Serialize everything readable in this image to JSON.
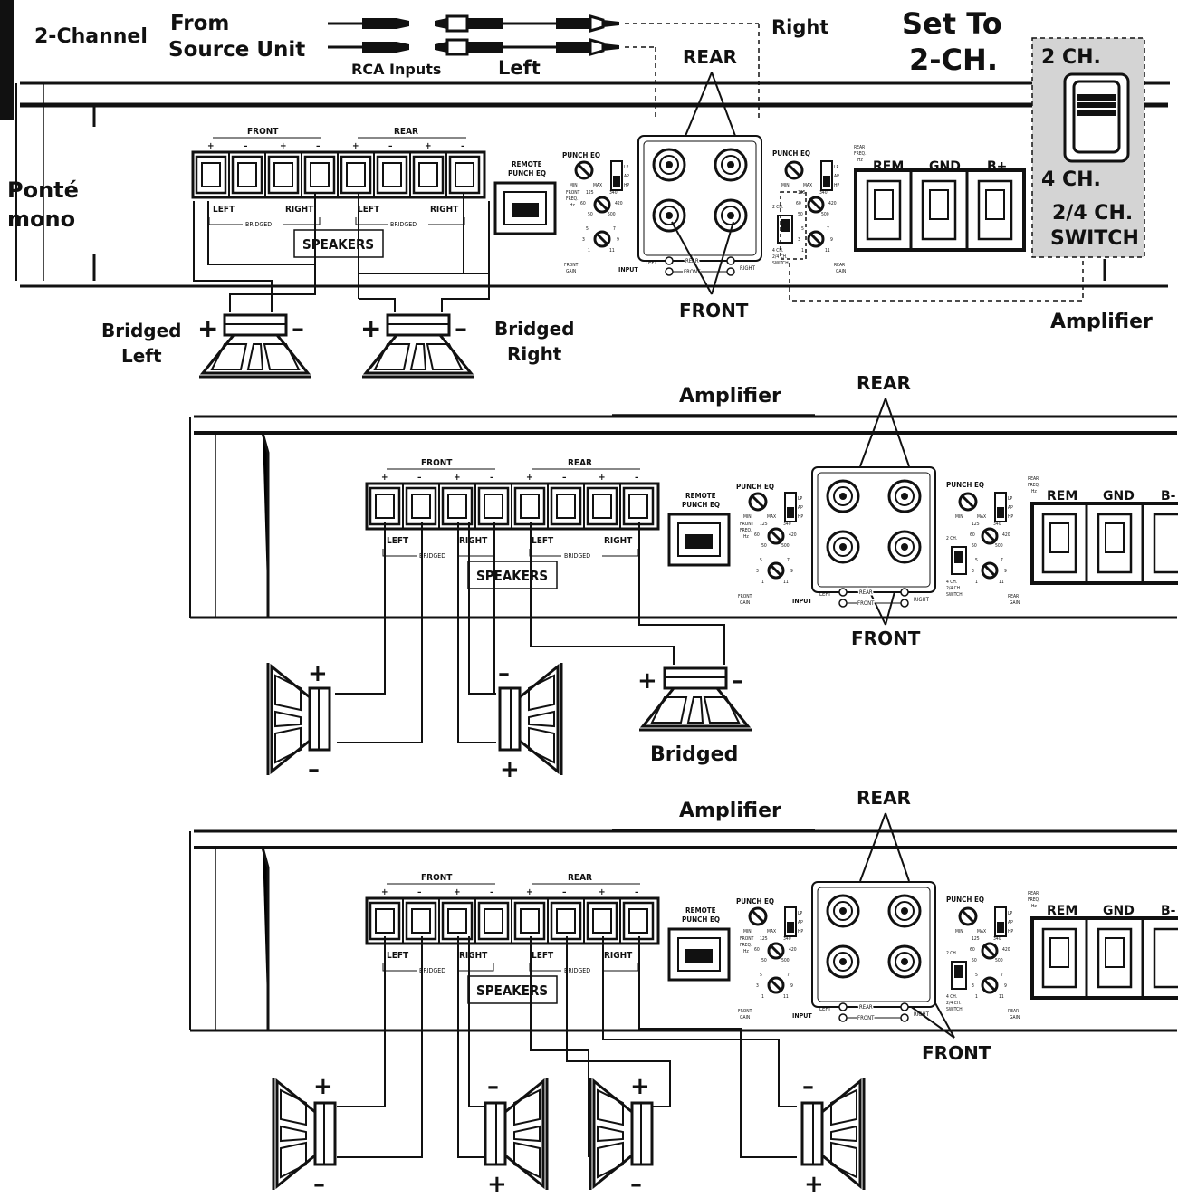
{
  "top": {
    "config": "2-Channel",
    "from": "From",
    "source_unit": "Source Unit",
    "rca_inputs": "RCA Inputs",
    "right": "Right",
    "left": "Left",
    "set_to_1": "Set To",
    "set_to_2": "2-CH.",
    "pont_1": "Ponté",
    "pont_2": "mono",
    "bridged_left_1": "Bridged",
    "bridged_left_2": "Left",
    "bridged_right_1": "Bridged",
    "bridged_right_2": "Right",
    "amplifier": "Amplifier",
    "switch_2ch": "2 CH.",
    "switch_4ch": "4 CH.",
    "switch_label_1": "2/4 CH.",
    "switch_label_2": "SWITCH"
  },
  "middle": {
    "amplifier": "Amplifier",
    "bridged": "Bridged"
  },
  "bottom": {
    "amplifier": "Amplifier"
  },
  "amp": {
    "front": "FRONT",
    "rear": "REAR",
    "left": "LEFT",
    "right": "RIGHT",
    "bridged": "BRIDGED",
    "speakers": "SPEAKERS",
    "remote_1": "REMOTE",
    "remote_2": "PUNCH EQ",
    "punch_eq": "PUNCH EQ",
    "input": "INPUT",
    "rear_label": "REAR",
    "front_label": "FRONT",
    "rem": "REM",
    "gnd": "GND",
    "bplus": "B+",
    "bplus_cut": "B-",
    "front_gain_1": "FRONT",
    "front_gain_2": "GAIN",
    "rear_gain_1": "REAR",
    "rear_gain_2": "GAIN",
    "front_freq_1": "FRONT",
    "front_freq_2": "FREQ.",
    "front_freq_3": "Hz",
    "rear_freq_1": "REAR",
    "rear_freq_2": "FREQ.",
    "rear_freq_3": "Hz",
    "sw_2ch": "2 CH.",
    "sw_4ch_1": "4 CH.",
    "sw_4ch_2": "2/4 CH.",
    "sw_4ch_3": "SWITCH",
    "min": "MIN",
    "max": "MAX",
    "lp": "LP",
    "ap": "AP",
    "hp": "HP",
    "f125": "125",
    "f340": "340",
    "f60": "60",
    "f420": "420",
    "f50": "50",
    "f500": "500",
    "g5": "5",
    "g7": "7",
    "g3": "3",
    "g9": "9",
    "g1": "1",
    "g11": "11"
  },
  "terminal_polarity": [
    "+",
    "–",
    "+",
    "–",
    "+",
    "–",
    "+",
    "–"
  ],
  "polarity": {
    "plus": "+",
    "minus": "–"
  }
}
